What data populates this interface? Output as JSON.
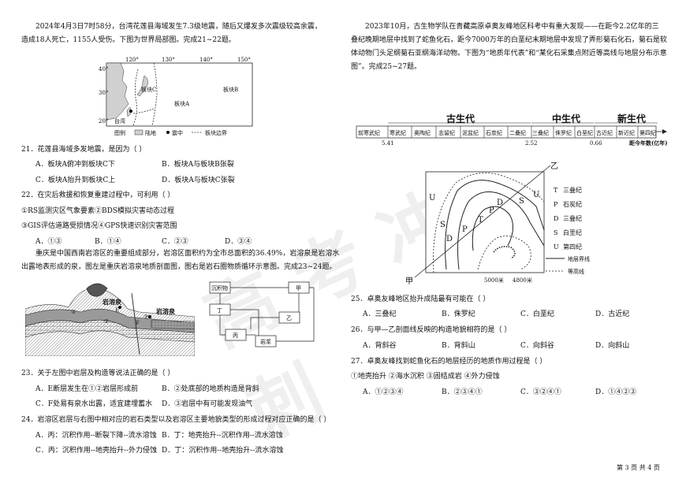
{
  "left": {
    "intro1_line1": "2024年4月3日7时58分，台湾花莲县海域发生7.3级地震，随后又爆发多次震级较高余震，",
    "intro1_line2": "造成18人死亡，1155人受伤。下图为世界局部图。完成21~22题。",
    "map1": {
      "lon_labels": [
        "120°",
        "130°",
        "140°",
        "150°"
      ],
      "lat_labels": [
        "40°",
        "30°",
        "20°"
      ],
      "plate_labels": [
        "板块C",
        "板块A",
        "板块B"
      ],
      "place_label": "台湾",
      "legend_title": "图例",
      "legend_items": [
        "陆地",
        "震中",
        "板块边界"
      ]
    },
    "q21": {
      "stem": "21．花莲县海域多发地震，是因为（    ）",
      "A": "A．板块A俯冲到板块C下",
      "B": "B．板块A与板块B张裂",
      "C": "C．板块A抬升到板块C上",
      "D": "D．板块A与板块C张裂"
    },
    "q22": {
      "stem": "22．在灾后救援和恢复重建过程中，可利用（    ）",
      "items1": "①RS监测灾区气象要素②BDS模拟灾害动态过程",
      "items2": "③GIS评估道路受损情况④GPS快速识别灾害范围",
      "A": "A．①③",
      "B": "B．①④",
      "C": "C．②③",
      "D": "D．③④"
    },
    "intro2_line1": "重庆是中国西南岩溶区的重要组成部分，岩溶区面积约为全市总面积的36.49%，岩溶泉是岩溶水",
    "intro2_line2": "出露地表形成的泉，图左是重庆岩溶泉地质剖面图，图右是岩石圈物质循环示意图。完成23~24题。",
    "fig2": {
      "labels": [
        "岩溶泉",
        "岩溶泉",
        "E",
        "F",
        "①",
        "②",
        "③"
      ],
      "cycle_boxes": [
        "沉积物",
        "甲",
        "丁",
        "乙",
        "丙",
        "岩浆"
      ]
    },
    "q23": {
      "stem": "23．关于左图中岩层及构造等说法正确的是（    ）",
      "A": "A．E断层发生在①②岩层形成前",
      "B": "B．②处底部的地质构造是背斜",
      "C": "C．F处易有泉水出露，适宜建埋蓄水",
      "D": "D．③岩层中有可能发现油气"
    },
    "q24": {
      "stem": "24．岩溶区岩层与右图中相对应的岩石类型以及岩溶区主要地貌类型的形成过程对应正确的是（    ）",
      "A": "A．丙：沉积作用--断裂下降--流水溶蚀",
      "B": "B．丁：地壳抬升--沉积作用--流水溶蚀",
      "C": "C．丙：沉积作用--地壳抬升--外力侵蚀",
      "D": "D．丁：沉积作用--地壳抬升--流水溶蚀"
    }
  },
  "right": {
    "intro_line1": "2023年10月，古生物学队在青藏高原卓奥友峰地区科考中有重大发现——在距今2.2亿年的三",
    "intro_line2": "叠纪晚期地层中找到了蛇鱼化石，距今7000万年的白垩纪末期地层中发现了弄形菊石化石，菊石是软",
    "intro_line3": "体动物门头足纲菊石亚纲海洋动物。下图为“地质年代表”和“某化石采集点附近等高线与地层分布示意",
    "intro_line4": "图”。完成25~27题。",
    "timeline": {
      "eras": [
        "古生代",
        "中生代",
        "新生代"
      ],
      "periods": [
        "前寒武纪",
        "寒武纪",
        "奥陶纪",
        "志留纪",
        "泥盆纪",
        "石炭纪",
        "二叠纪",
        "三叠纪",
        "侏罗纪",
        "白垩纪",
        "古近纪",
        "新近纪",
        "第四纪"
      ],
      "ticks": [
        "5.41",
        "2.52",
        "0.66"
      ],
      "axis_label": "距今年数(亿年)"
    },
    "map2": {
      "corner_labels": [
        "乙",
        "甲"
      ],
      "strata_letters": [
        "U",
        "S",
        "D",
        "P",
        "T",
        "P",
        "D",
        "S",
        "U"
      ],
      "contours": [
        "5000米",
        "4800米"
      ],
      "legend": [
        {
          "sym": "T",
          "label": "三叠纪"
        },
        {
          "sym": "P",
          "label": "石炭纪"
        },
        {
          "sym": "D",
          "label": "三叠纪"
        },
        {
          "sym": "S",
          "label": "白垩纪"
        },
        {
          "sym": "U",
          "label": "第四纪"
        }
      ],
      "legend_lines": [
        "地层界线",
        "等高线"
      ]
    },
    "q25": {
      "stem": "25．卓奥友峰地区抬升成陆最有可能在（    ）",
      "A": "A．三叠纪",
      "B": "B．侏罗纪",
      "C": "C．白垩纪",
      "D": "D．古近纪"
    },
    "q26": {
      "stem": "26．与甲—乙剖面线反映的构造地貌相符的是（    ）",
      "A": "A．背斜谷",
      "B": "B．背斜山",
      "C": "C．向斜谷",
      "D": "D．向斜山"
    },
    "q27": {
      "stem": "27．卓奥友峰找到蛇鱼化石的地层经历的地质作用过程是（    ）",
      "items": "①地壳抬升  ②海水沉积  ③固结成岩  ④外力侵蚀",
      "A": "A．①②③④",
      "B": "B．②③④①",
      "C": "C．③②④①",
      "D": "D．①④②③"
    }
  },
  "footer": "第 3 页 共 4 页"
}
